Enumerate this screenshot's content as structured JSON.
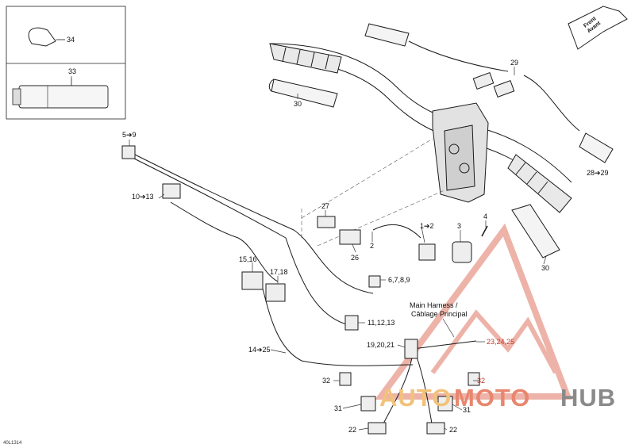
{
  "labels": {
    "l34": "34",
    "l33": "33",
    "l30a": "30",
    "l29": "29",
    "l28_29": "28➔29",
    "l5_9": "5➔9",
    "l10_13": "10➔13",
    "l27": "27",
    "l26": "26",
    "l2": "2",
    "l1_2": "1➔2",
    "l3": "3",
    "l4": "4",
    "l30b": "30",
    "l15_16": "15,16",
    "l17_18": "17,18",
    "l6_9": "6,7,8,9",
    "l11_13": "11,12,13",
    "l14_25": "14➔25",
    "l19_21": "19,20,21",
    "l23_25": "23,24,25",
    "l32a": "32",
    "l32b": "32",
    "l31a": "31",
    "l31b": "31",
    "l22a": "22",
    "l22b": "22",
    "harness_line1": "Main Harness /",
    "harness_line2": "Câblage Principal",
    "doc_code": "40L1314"
  },
  "front_badge": {
    "line1": "Front",
    "line2": "Avant"
  },
  "watermark": {
    "part1": "AUTO",
    "part2": "MOTO",
    "part3": "HUB",
    "color_gold": "#f2c27a",
    "color_red": "#e8866f",
    "color_gray": "#8a8a8a"
  },
  "colors": {
    "line": "#1a1a1a",
    "leader": "#333333",
    "highlight": "#d94a3a"
  }
}
